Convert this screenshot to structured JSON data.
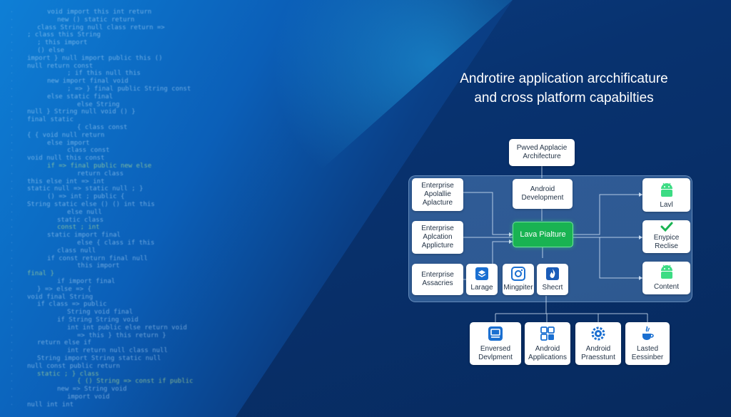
{
  "title": {
    "line1": "Androtire application arcchificature",
    "line2": "and cross platform capabilties"
  },
  "diagram": {
    "top": {
      "line1": "Pwved Applacie",
      "line2": "Archifecture"
    },
    "left": [
      {
        "line1": "Enterprise",
        "line2": "Apolallie",
        "line3": "Aplacture"
      },
      {
        "line1": "Enterprise",
        "line2": "Aplcation",
        "line3": "Applicture"
      },
      {
        "line1": "Enterprise",
        "line2": "Assacries"
      }
    ],
    "center_top": {
      "line1": "Android",
      "line2": "Development"
    },
    "center": {
      "label": "Lava Pialture"
    },
    "small_tiles": [
      {
        "label": "Larage",
        "icon": "stack-icon"
      },
      {
        "label": "Mingpiter",
        "icon": "camera-icon"
      },
      {
        "label": "Shecrt",
        "icon": "flame-icon"
      }
    ],
    "right": [
      {
        "line1": "Lavl",
        "line2": "",
        "icon": "android-icon"
      },
      {
        "line1": "Enypice",
        "line2": "Reclise",
        "icon": "checkmark-icon"
      },
      {
        "line1": "Content",
        "line2": "",
        "icon": "android-icon"
      }
    ],
    "bottom": [
      {
        "line1": "Enversed",
        "line2": "Devlpment",
        "icon": "document-icon"
      },
      {
        "line1": "Android",
        "line2": "Applications",
        "icon": "puzzle-icon"
      },
      {
        "line1": "Android",
        "line2": "Praesstunt",
        "icon": "gear-icon"
      },
      {
        "line1": "Lasted",
        "line2": "Eessinber",
        "icon": "java-cup-icon"
      }
    ]
  },
  "colors": {
    "accent_green": "#19b352",
    "android_green": "#3ddc84",
    "icon_blue": "#1a6fd1"
  }
}
